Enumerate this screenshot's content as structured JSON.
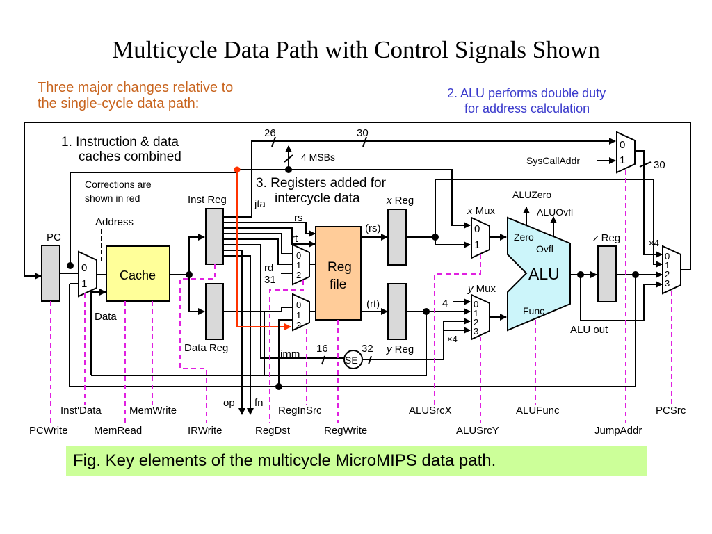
{
  "title": "Multicycle Data Path with Control Signals Shown",
  "intro": [
    "Three major changes relative to",
    "the single-cycle data path:"
  ],
  "notes": {
    "note1": [
      "1. Instruction & data",
      "caches combined"
    ],
    "note2": [
      "2. ALU performs double duty",
      "for address calculation"
    ],
    "note3": [
      "3. Registers added for",
      "intercycle data"
    ],
    "corrections": [
      "Corrections are",
      "shown in red"
    ]
  },
  "colors": {
    "note1": "#2e9e6e",
    "note2": "#3a3acc",
    "note3": "#cc3399",
    "intro": "#c8641e",
    "corrections": "#ff3300",
    "control_signal": "#e020e0",
    "cache_fill": "#ffff99",
    "regfile_fill": "#ffcc99",
    "alu_fill": "#ccf5fa",
    "register_fill": "#d9d9d9",
    "caption_bg": "#ccff99"
  },
  "components": {
    "pc": "PC",
    "cache": "Cache",
    "cache_address": "Address",
    "cache_data": "Data",
    "inst_reg": "Inst Reg",
    "data_reg": "Data Reg",
    "reg_file": [
      "Reg",
      "file"
    ],
    "x_reg": "Reg",
    "y_reg": "Reg",
    "z_reg": "Reg",
    "x_mux": "Mux",
    "y_mux": "Mux",
    "alu": "ALU",
    "alu_zero_port": "Zero",
    "alu_ovfl_port": "Ovfl",
    "alu_func_port": "Func",
    "alu_zero_out": "ALUZero",
    "alu_ovfl_out": "ALUOvfl",
    "alu_out": "ALU out",
    "sign_extend": "SE",
    "syscall_addr": "SysCallAddr",
    "reg_prefix_x": "x",
    "reg_prefix_y": "y",
    "reg_prefix_z": "z"
  },
  "wire_labels": {
    "w26": "26",
    "w30a": "30",
    "w30b": "30",
    "msbs": "4 MSBs",
    "jta": "jta",
    "rs": "rs",
    "rt": "rt",
    "rd": "rd",
    "r31": "31",
    "rs_out": "(rs)",
    "rt_out": "(rt)",
    "imm": "imm",
    "w16": "16",
    "w32": "32",
    "const4": "4",
    "times4_y": "×4",
    "times4_pc": "×4",
    "op": "op",
    "fn": "fn"
  },
  "mux_inputs": {
    "pc_mux": [
      "0",
      "1"
    ],
    "regdst_mux": [
      "0",
      "1",
      "2"
    ],
    "reginsrc_mux": [
      "0",
      "1",
      "2"
    ],
    "x_mux": [
      "0",
      "1"
    ],
    "y_mux": [
      "0",
      "1",
      "2",
      "3"
    ],
    "jump_mux": [
      "0",
      "1"
    ],
    "pcsrc_mux": [
      "0",
      "1",
      "2",
      "3"
    ]
  },
  "control_signals": {
    "row1": [
      "Inst'Data",
      "MemWrite",
      "RegInSrc",
      "ALUSrcX",
      "ALUFunc",
      "PCSrc"
    ],
    "row2": [
      "PCWrite",
      "MemRead",
      "IRWrite",
      "RegDst",
      "RegWrite",
      "ALUSrcY",
      "JumpAddr"
    ]
  },
  "caption": "Fig. Key elements of the multicycle MicroMIPS data path."
}
